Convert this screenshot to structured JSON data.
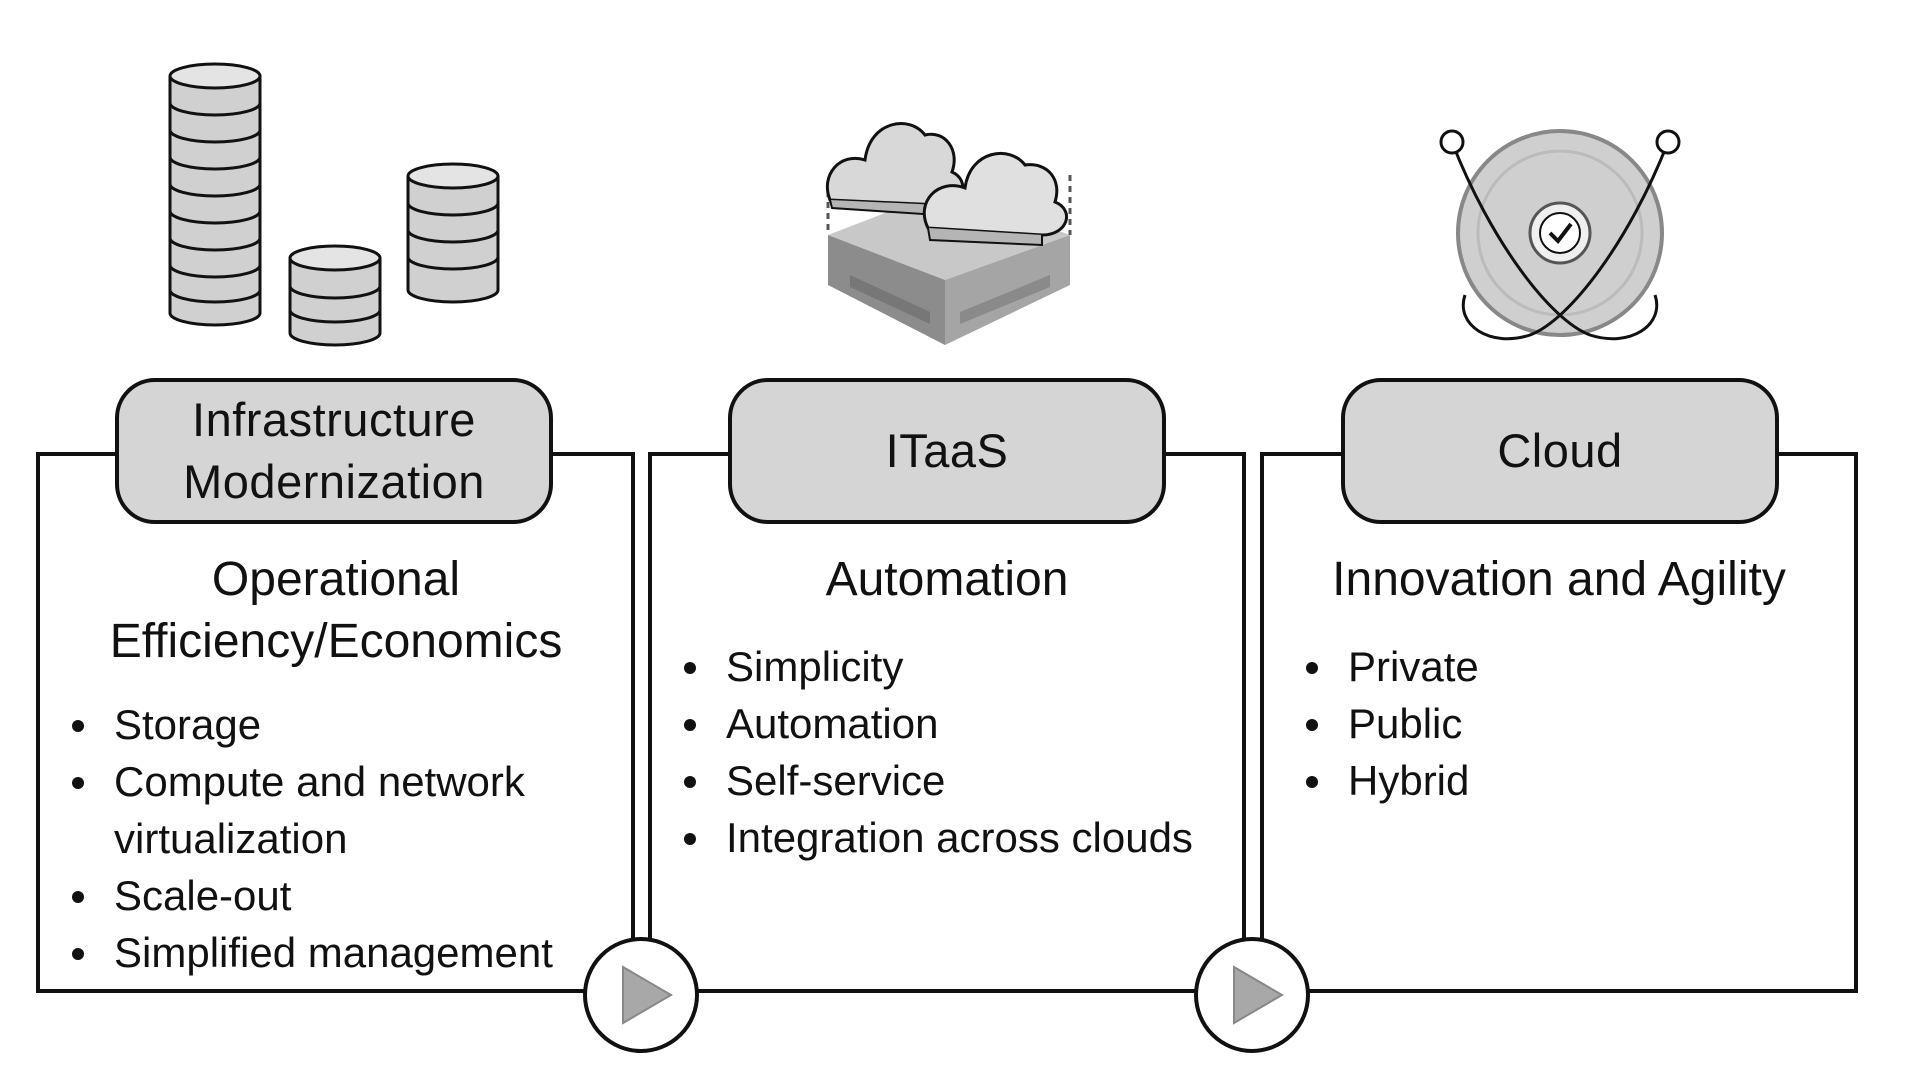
{
  "panels": [
    {
      "title": "Infrastructure\nModernization",
      "subheading": "Operational\nEfficiency/Economics",
      "bullets": [
        "Storage",
        "Compute and network\nvirtualization",
        "Scale-out",
        "Simplified management"
      ],
      "icon": "database-stack-icon"
    },
    {
      "title": "ITaaS",
      "subheading": "Automation",
      "bullets": [
        "Simplicity",
        "Automation",
        "Self-service",
        "Integration across clouds"
      ],
      "icon": "clouds-over-server-icon"
    },
    {
      "title": "Cloud",
      "subheading": "Innovation and Agility",
      "bullets": [
        "Private",
        "Public",
        "Hybrid"
      ],
      "icon": "orbit-disk-check-icon"
    }
  ],
  "connectors": [
    "play-arrow-icon",
    "play-arrow-icon"
  ],
  "colors": {
    "pill_fill": "#d5d5d5",
    "stroke": "#111111",
    "arrow_fill": "#a8a8a8"
  }
}
